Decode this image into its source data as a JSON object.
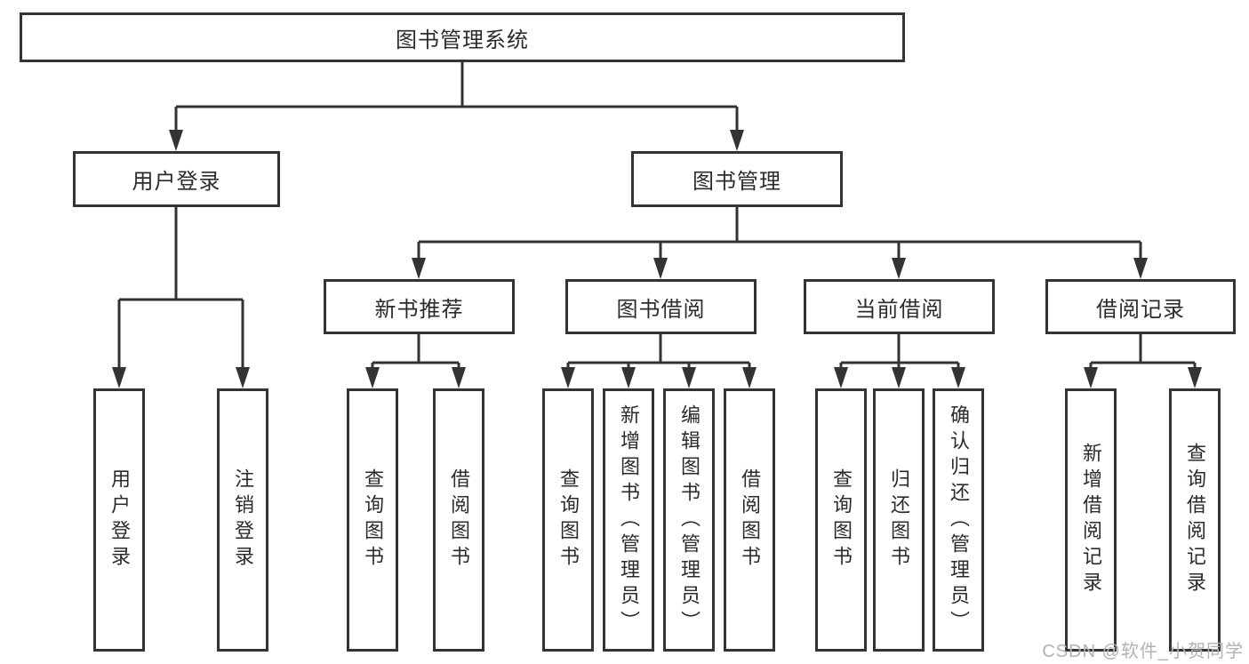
{
  "diagram": {
    "root": {
      "label": "图书管理系统"
    },
    "branches": [
      {
        "label": "用户登录",
        "children": [
          {
            "label": "用户登录"
          },
          {
            "label": "注销登录"
          }
        ]
      },
      {
        "label": "图书管理",
        "sub": [
          {
            "label": "新书推荐",
            "children": [
              {
                "label": "查询图书"
              },
              {
                "label": "借阅图书"
              }
            ]
          },
          {
            "label": "图书借阅",
            "children": [
              {
                "label": "查询图书"
              },
              {
                "label": "新增图书（管理员）"
              },
              {
                "label": "编辑图书（管理员）"
              },
              {
                "label": "借阅图书"
              }
            ]
          },
          {
            "label": "当前借阅",
            "children": [
              {
                "label": "查询图书"
              },
              {
                "label": "归还图书"
              },
              {
                "label": "确认归还（管理员）"
              }
            ]
          },
          {
            "label": "借阅记录",
            "children": [
              {
                "label": "新增借阅记录"
              },
              {
                "label": "查询借阅记录"
              }
            ]
          }
        ]
      }
    ]
  },
  "watermark": {
    "text": "CSDN @软件_小贺同学"
  },
  "colors": {
    "line": "#333333",
    "text": "#2b2b2b",
    "background": "#ffffff",
    "watermark": "#b2b2b2"
  }
}
